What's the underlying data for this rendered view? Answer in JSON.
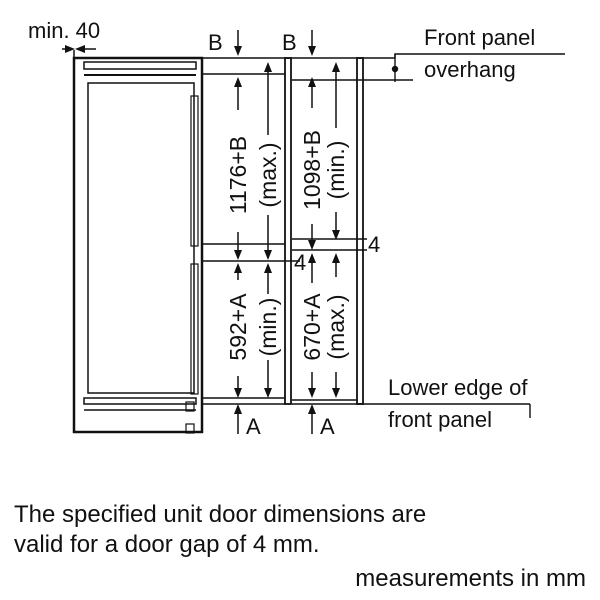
{
  "labels": {
    "min_gap": "min. 40",
    "b_left": "B",
    "b_right": "B",
    "a_left": "A",
    "a_right": "A",
    "gap_lower": "4",
    "gap_upper": "4",
    "front_panel_overhang_line1": "Front panel",
    "front_panel_overhang_line2": "overhang",
    "lower_edge_line1": "Lower edge of",
    "lower_edge_line2": "front panel"
  },
  "dimensions": {
    "upper_left_value": "1176+B",
    "upper_left_note": "(max.)",
    "upper_right_value": "1098+B",
    "upper_right_note": "(min.)",
    "lower_left_value": "592+A",
    "lower_left_note": "(min.)",
    "lower_right_value": "670+A",
    "lower_right_note": "(max.)"
  },
  "notes": {
    "door_gap_line1": "The specified unit door dimensions are",
    "door_gap_line2": "valid for a door gap of 4 mm.",
    "units": "measurements in mm"
  }
}
